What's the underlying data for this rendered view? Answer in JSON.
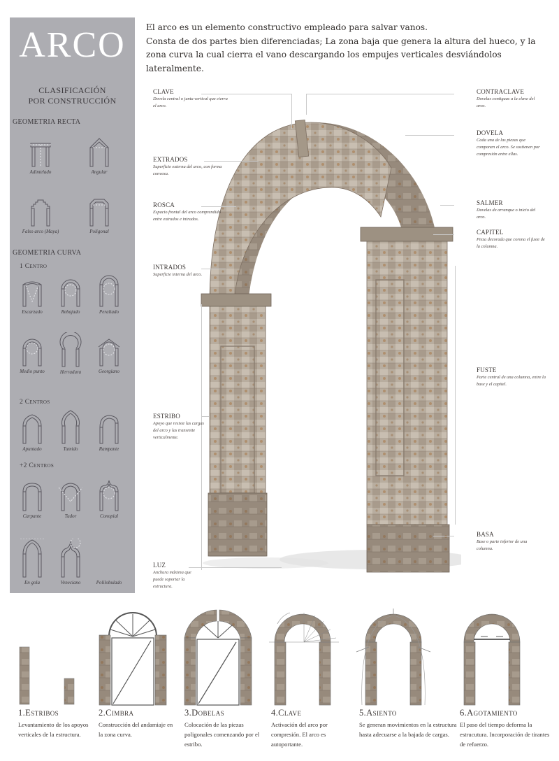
{
  "sidebar": {
    "title": "ARCO",
    "heading_line1": "CLASIFICACIÓN",
    "heading_line2": "POR CONSTRUCCIÓN",
    "sections": [
      {
        "label": "GEOMETRIA RECTA",
        "types": [
          "Adintelado",
          "Angular",
          "Falso arco (Maya)",
          "Poligonal"
        ]
      },
      {
        "label": "GEOMETRIA CURVA",
        "groups": [
          {
            "label": "1 Centro",
            "types": [
              "Escarzado",
              "Rebajado",
              "Peraltado",
              "Medio punto",
              "Herradura",
              "Georgiano"
            ]
          },
          {
            "label": "2 Centros",
            "types": [
              "Apuntado",
              "Tumido",
              "Rampante"
            ]
          },
          {
            "label": "+2 Centros",
            "types": [
              "Carpante",
              "Tudor",
              "Conopial",
              "En gola",
              "Veneciano",
              "Polilobulado"
            ]
          }
        ]
      }
    ],
    "colors": {
      "panel": "#adadb2",
      "title": "#ffffff",
      "line_art": "#5a5860",
      "construction_lines": "#e8e8ec"
    }
  },
  "intro": {
    "line1": "El arco es un elemento constructivo empleado para salvar vanos.",
    "line2": "Consta de dos partes bien diferenciadas; La zona baja que genera la altura del hueco, y la zona curva la cual cierra el vano descargando los empujes verticales desviándolos lateralmente."
  },
  "parts_left": [
    {
      "name": "CLAVE",
      "desc": "Dovela central o junta vertical que cierra el arco."
    },
    {
      "name": "EXTRADOS",
      "desc": "Superficie externa del arco, con forma convexa."
    },
    {
      "name": "ROSCA",
      "desc": "Espacio frontal del arco comprendido entre extrados e intrados."
    },
    {
      "name": "INTRADOS",
      "desc": "Superficie interna del arco."
    },
    {
      "name": "ESTRIBO",
      "desc": "Apoyo que resiste las cargas del arco y las transmite verticalmente."
    },
    {
      "name": "LUZ",
      "desc": "Anchura máxima que puede soportar la estructura."
    }
  ],
  "parts_right": [
    {
      "name": "CONTRACLAVE",
      "desc": "Dovelas contiguas a la clave del arco."
    },
    {
      "name": "DOVELA",
      "desc": "Cada una de las piezas que componen el arco. Se sostienen por compresión entre ellas."
    },
    {
      "name": "SALMER",
      "desc": "Dovelas de arranque o inicio del arco."
    },
    {
      "name": "CAPITEL",
      "desc": "Pieza decorada que corona el fuste de la columna."
    },
    {
      "name": "FUSTE",
      "desc": "Parte central de una columna, entre la base y el capitel."
    },
    {
      "name": "BASA",
      "desc": "Base o parte inferior de una columna."
    }
  ],
  "steps": [
    {
      "title": "1.Estribos",
      "desc": "Levantamiento de los apoyos verticales de la estructura."
    },
    {
      "title": "2.Cimbra",
      "desc": "Construcción del andamiaje en la zona curva."
    },
    {
      "title": "3.Dobelas",
      "desc": "Colocación de las piezas poligonales comenzando por el estribo."
    },
    {
      "title": "4.Clave",
      "desc": "Activación del arco por compresión. El arco es autoportante."
    },
    {
      "title": "5.Asiento",
      "desc": "Se generan movimientos en la estructura hasta adecuarse a la bajada de cargas."
    },
    {
      "title": "6.Agotamiento",
      "desc": "El paso del tiempo deforma la estrucutura. Incorporación de tirantes de refuerzo."
    }
  ],
  "colors": {
    "stone_light": "#cfc6bb",
    "stone_mid": "#a89a8a",
    "stone_dark": "#7d6f62",
    "rust": "#a97b4d",
    "leader_lines": "#c9c9c9",
    "text": "#3a3533"
  }
}
